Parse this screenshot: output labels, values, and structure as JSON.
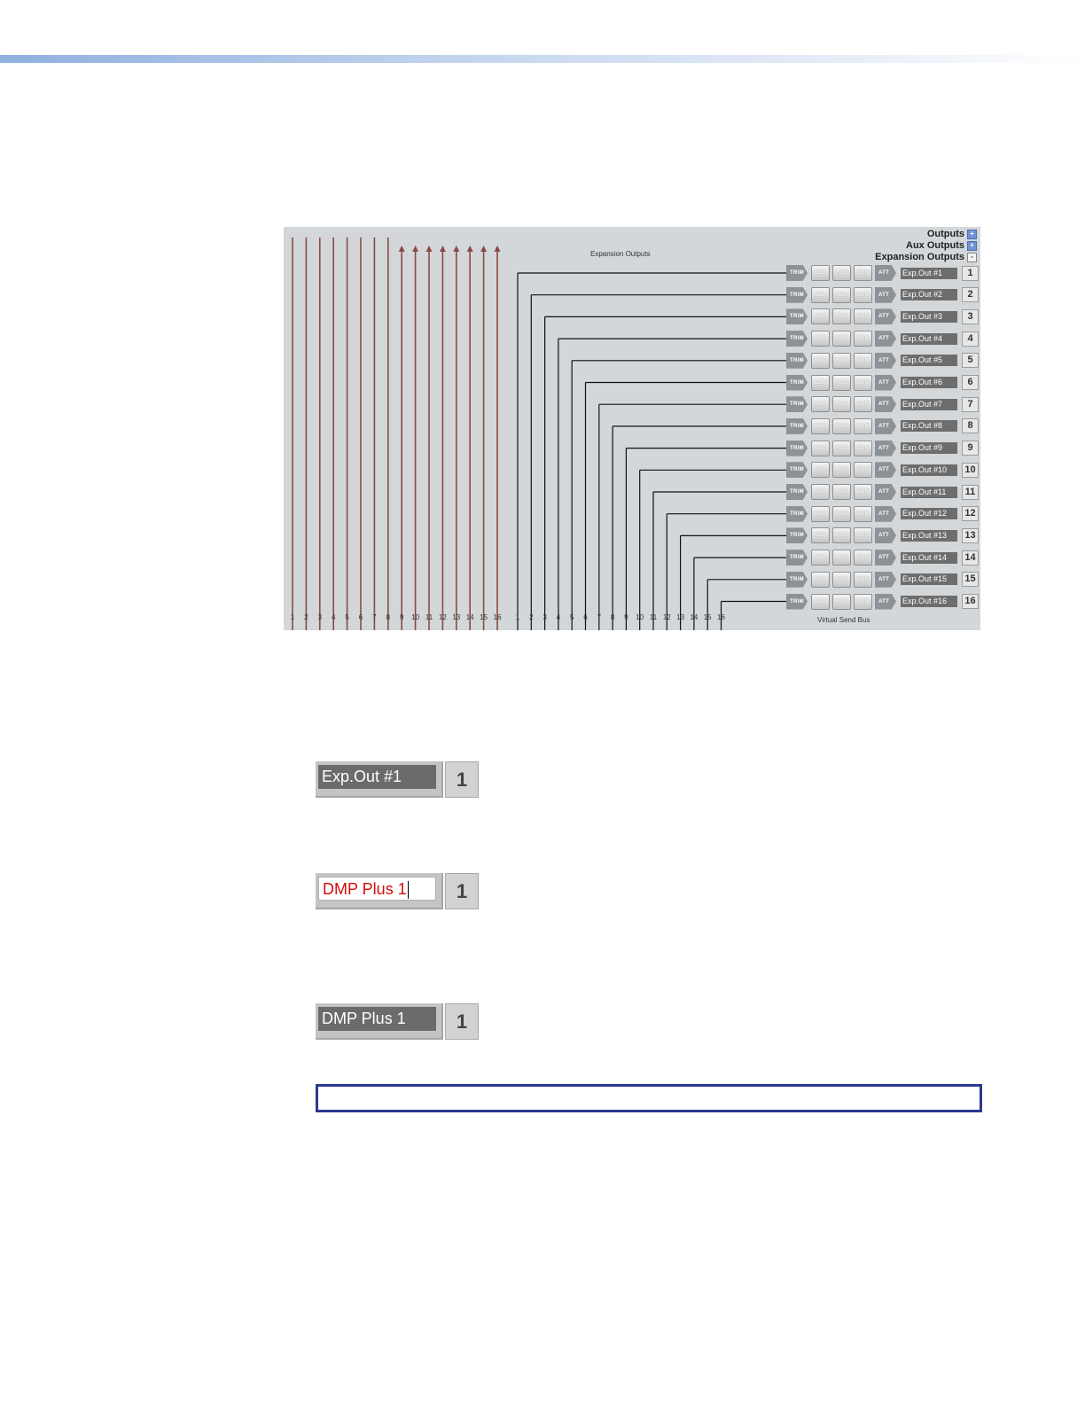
{
  "legend": {
    "outputs": "Outputs",
    "aux_outputs": "Aux Outputs",
    "expansion_outputs": "Expansion Outputs"
  },
  "panel": {
    "expansion_title": "Expansion Outputs",
    "virtual_send_bus_label": "Virtual Send Bus",
    "left_bus_numbers": [
      "1",
      "2",
      "3",
      "4",
      "5",
      "6",
      "7",
      "8",
      "9",
      "10",
      "11",
      "12",
      "13",
      "14",
      "15",
      "16"
    ],
    "right_bus_numbers": [
      "1",
      "2",
      "3",
      "4",
      "5",
      "6",
      "7",
      "8",
      "9",
      "10",
      "11",
      "12",
      "13",
      "14",
      "15",
      "16"
    ],
    "block_labels": {
      "trim": "TRIM",
      "dly": "DLY",
      "filt": "FILT",
      "dyn": "DYN",
      "att": "ATT"
    },
    "outputs": [
      {
        "name": "Exp.Out #1",
        "num": "1"
      },
      {
        "name": "Exp.Out #2",
        "num": "2"
      },
      {
        "name": "Exp.Out #3",
        "num": "3"
      },
      {
        "name": "Exp.Out #4",
        "num": "4"
      },
      {
        "name": "Exp.Out #5",
        "num": "5"
      },
      {
        "name": "Exp.Out #6",
        "num": "6"
      },
      {
        "name": "Exp.Out #7",
        "num": "7"
      },
      {
        "name": "Exp.Out #8",
        "num": "8"
      },
      {
        "name": "Exp.Out #9",
        "num": "9"
      },
      {
        "name": "Exp.Out #10",
        "num": "10"
      },
      {
        "name": "Exp.Out #11",
        "num": "11"
      },
      {
        "name": "Exp.Out #12",
        "num": "12"
      },
      {
        "name": "Exp.Out #13",
        "num": "13"
      },
      {
        "name": "Exp.Out #14",
        "num": "14"
      },
      {
        "name": "Exp.Out #15",
        "num": "15"
      },
      {
        "name": "Exp.Out #16",
        "num": "16"
      }
    ]
  },
  "examples": [
    {
      "value": "Exp.Out #1",
      "num": "1"
    },
    {
      "value": "DMP Plus 1",
      "num": "1"
    },
    {
      "value": "DMP Plus 1",
      "num": "1"
    }
  ],
  "colors": {
    "bus_line": "#8b4a45",
    "panel_bg": "#d3d7da",
    "edit_text": "#d10d0d",
    "note_border": "#2b3a8f"
  }
}
